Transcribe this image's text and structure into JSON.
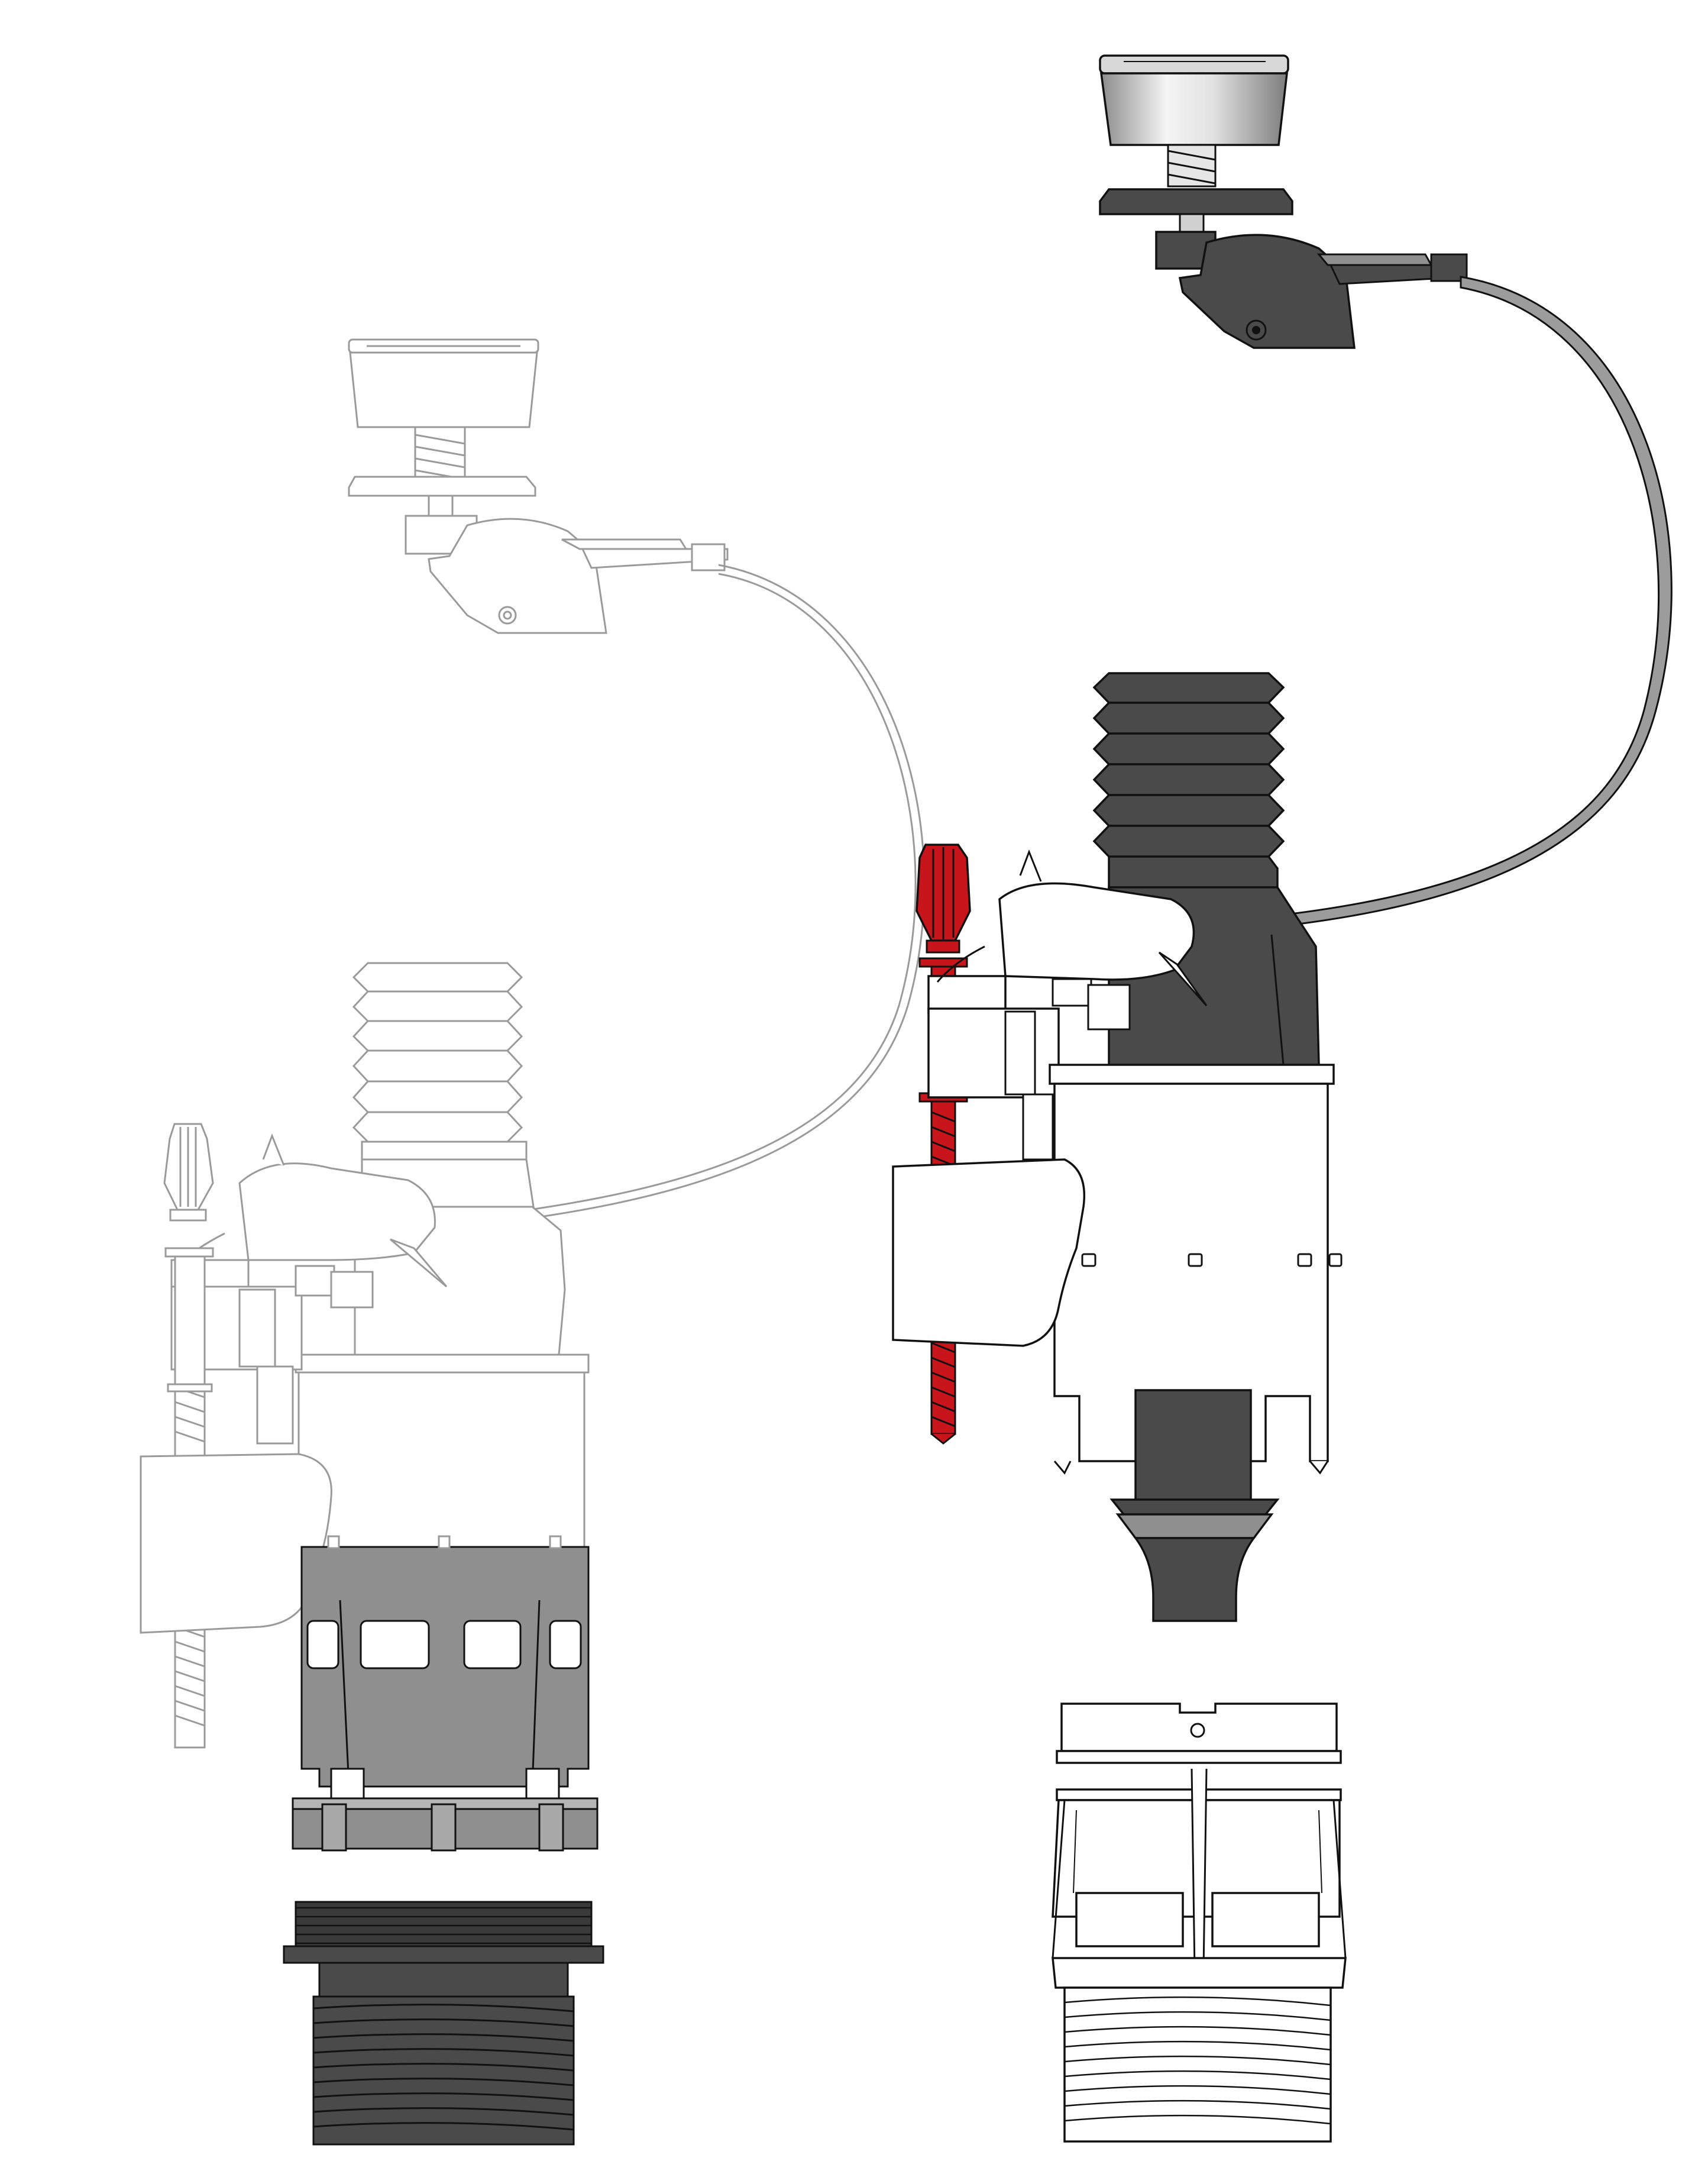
{
  "diagram": {
    "type": "exploded-assembly-illustration",
    "assemblies": [
      {
        "id": "left",
        "style": "outline-ghost-with-grey-cage",
        "parts": [
          "push-button",
          "cable-lever",
          "bowden-cable",
          "bellows",
          "fill-valve-bracket",
          "float",
          "adjuster-screw",
          "cage",
          "cage-ring",
          "threaded-outlet-nut"
        ]
      },
      {
        "id": "right",
        "style": "filled-dark",
        "parts": [
          "push-button",
          "cable-lever",
          "bowden-cable",
          "bellows",
          "red-adjuster-screw",
          "float",
          "body",
          "outlet-tube",
          "seal-cone",
          "cage-adapter",
          "threaded-outlet"
        ]
      }
    ],
    "colors": {
      "background": "#ffffff",
      "ghost_outline": "#9a9a9a",
      "dark_fill": "#4a4a4a",
      "mid_grey": "#8f8f8f",
      "light_grey": "#b5b5b5",
      "accent_red": "#c8151b",
      "chrome_light": "#f2f2f2",
      "chrome_dark": "#9c9c9c",
      "stroke": "#111111"
    }
  }
}
